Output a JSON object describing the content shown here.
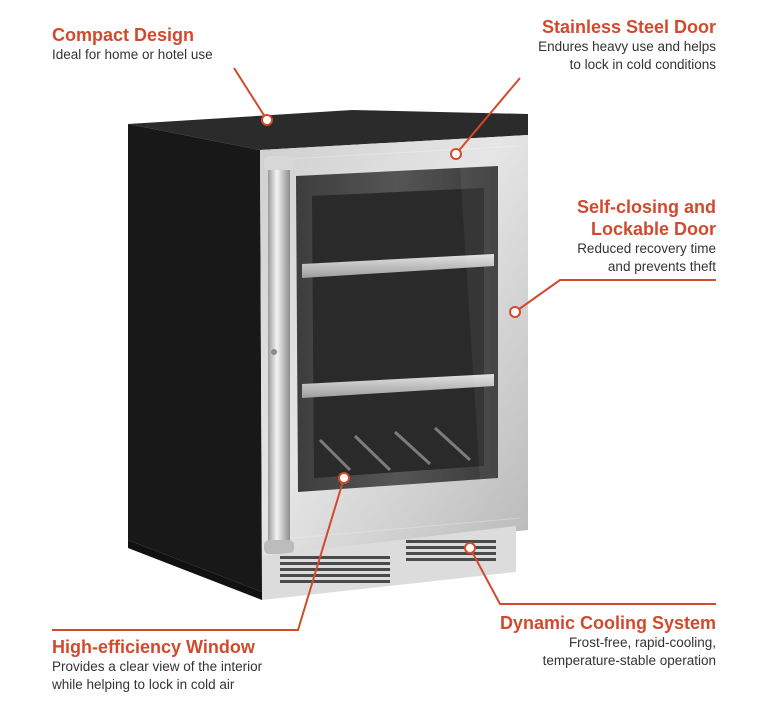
{
  "accent_color": "#d24a2e",
  "callouts": {
    "compact": {
      "title": "Compact Design",
      "desc": [
        "Ideal for home or hotel use"
      ]
    },
    "stainless": {
      "title": "Stainless Steel Door",
      "desc": [
        "Endures heavy use and helps",
        "to lock in cold conditions"
      ]
    },
    "selfclose": {
      "title": [
        "Self-closing and",
        "Lockable Door"
      ],
      "desc": [
        "Reduced recovery time",
        "and prevents theft"
      ]
    },
    "window": {
      "title": "High-efficiency Window",
      "desc": [
        "Provides a clear view of the interior",
        "while helping to lock in cold air"
      ]
    },
    "cooling": {
      "title": "Dynamic Cooling System",
      "desc": [
        "Frost-free, rapid-cooling,",
        "temperature-stable operation"
      ]
    }
  }
}
